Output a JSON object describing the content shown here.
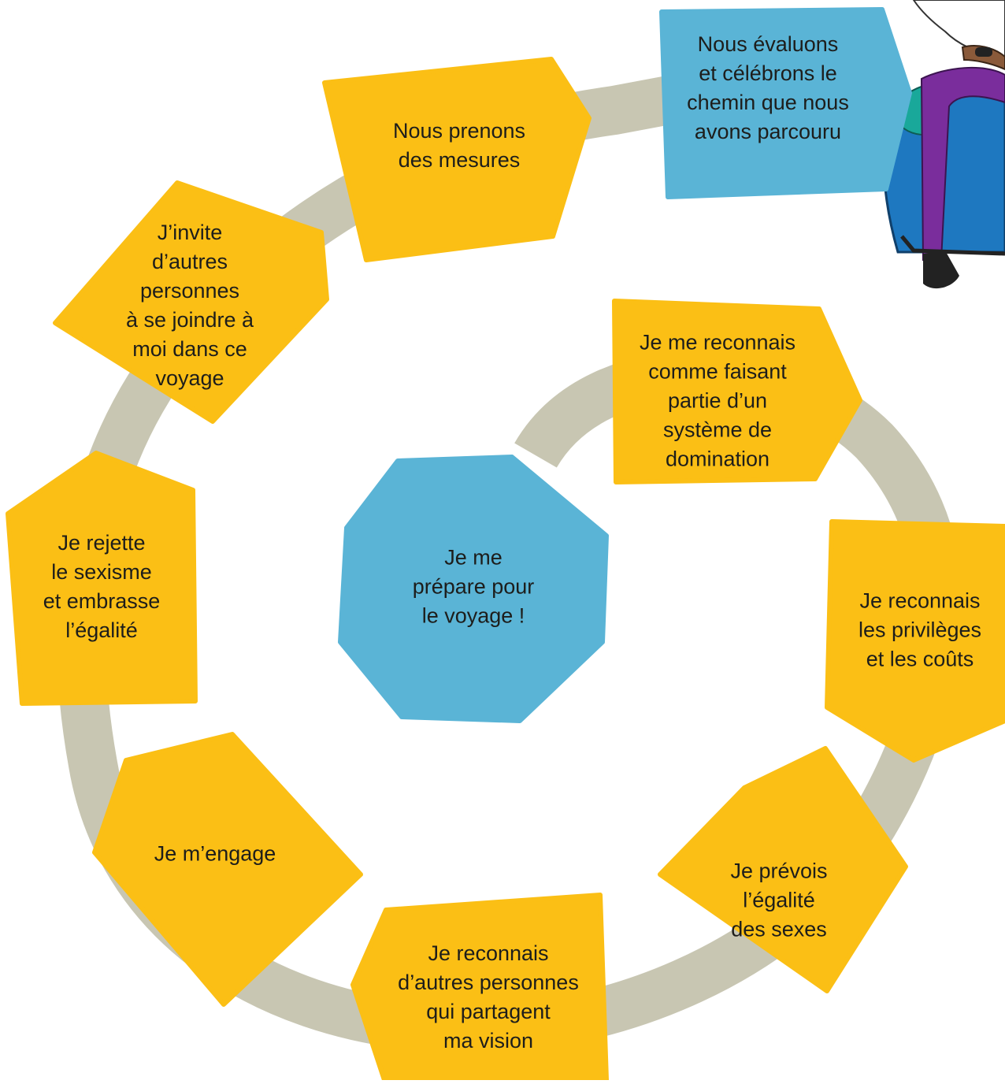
{
  "colors": {
    "path": "#c8c6b2",
    "step": "#fbbf15",
    "step_outline": "#f4b400",
    "highlight": "#5ab4d6",
    "text": "#1d1d1b"
  },
  "center_step": {
    "id": "prepare",
    "lines": [
      "Je me",
      "prépare pour",
      "le voyage !"
    ]
  },
  "steps": [
    {
      "id": "recognize-system",
      "lines": [
        "Je me reconnais",
        "comme faisant",
        "partie d’un",
        "système de",
        "domination"
      ]
    },
    {
      "id": "privileges",
      "lines": [
        "Je reconnais",
        "les privilèges",
        "et les coûts"
      ]
    },
    {
      "id": "foresee-equality",
      "lines": [
        "Je prévois",
        "l’égalité",
        "des sexes"
      ]
    },
    {
      "id": "shared-vision",
      "lines": [
        "Je reconnais",
        "d’autres personnes",
        "qui partagent",
        "ma vision"
      ]
    },
    {
      "id": "commit",
      "lines": [
        "Je m’engage"
      ]
    },
    {
      "id": "reject-sexism",
      "lines": [
        "Je rejette",
        "le sexisme",
        "et embrasse",
        "l’égalité"
      ]
    },
    {
      "id": "invite-others",
      "lines": [
        "J’invite",
        "d’autres",
        "personnes",
        "à se joindre à",
        "moi dans ce",
        "voyage"
      ]
    },
    {
      "id": "take-action",
      "lines": [
        "Nous prenons",
        "des mesures"
      ]
    }
  ],
  "final_step": {
    "id": "celebrate",
    "lines": [
      "Nous évaluons",
      "et célébrons le",
      "chemin que nous",
      "avons parcouru"
    ]
  },
  "illustration": {
    "icon": "seated-person-illustration"
  }
}
